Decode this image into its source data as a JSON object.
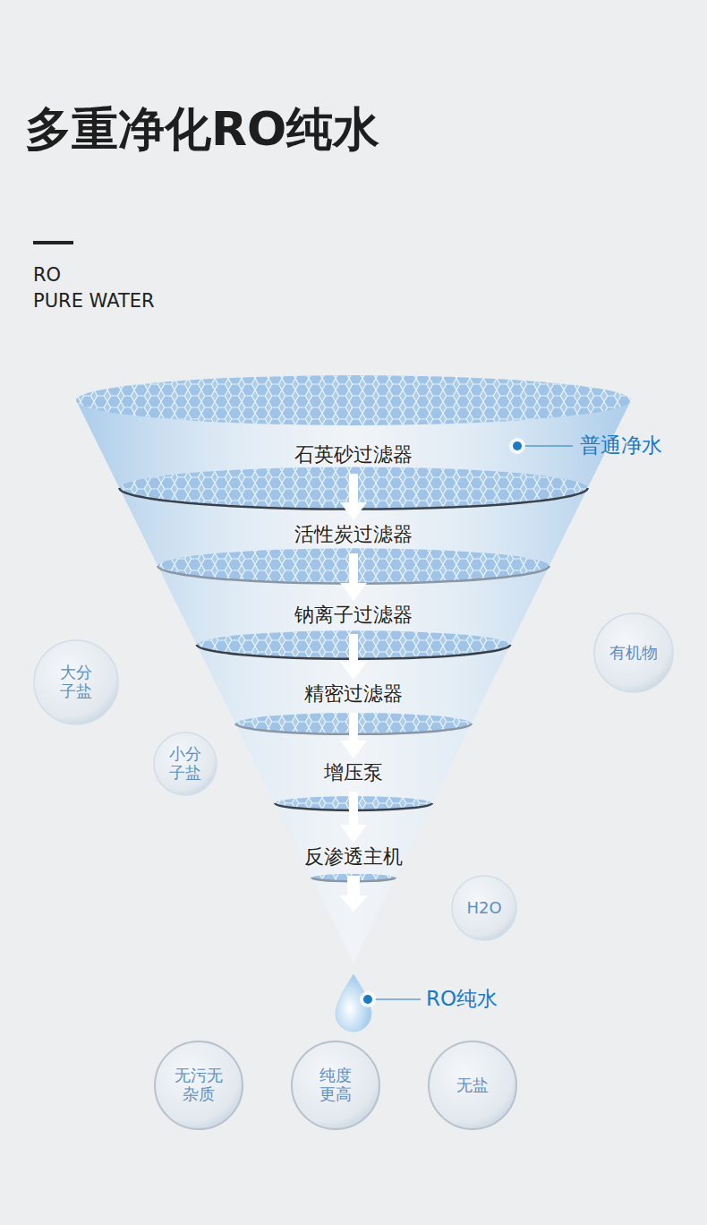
{
  "diagram": {
    "title": "多重净化RO纯水",
    "nodes": [
      {
        "text": [
          "石英砂过滤器"
        ]
      },
      {
        "text": [
          "活性炭过滤器"
        ]
      },
      {
        "text": [
          "钠离子过滤器"
        ]
      },
      {
        "text": [
          "精密过滤器"
        ]
      },
      {
        "text": [
          "增压泵"
        ]
      },
      {
        "text": [
          "反渗透主机"
        ]
      },
      {
        "text": [
          "有机物"
        ]
      },
      {
        "text": [
          "大分子盐"
        ]
      },
      {
        "text": [
          "小分子盐"
        ]
      },
      {
        "text": [
          "H2O"
        ]
      },
      {
        "text": [
          "无污无杂质"
        ]
      },
      {
        "text": [
          "纯度更高"
        ]
      },
      {
        "text": [
          "无盐"
        ]
      }
    ],
    "edges": [
      {
        "from": 0,
        "to": 1,
        "arrow": "to"
      },
      {
        "from": 1,
        "to": 2,
        "arrow": "to"
      },
      {
        "from": 2,
        "to": 3,
        "arrow": "to"
      },
      {
        "from": 3,
        "to": 4,
        "arrow": "to"
      },
      {
        "from": 4,
        "to": 5,
        "arrow": "to"
      }
    ],
    "labels": [
      "RO",
      "PURE WATER",
      "普通净水",
      "RO纯水"
    ]
  }
}
